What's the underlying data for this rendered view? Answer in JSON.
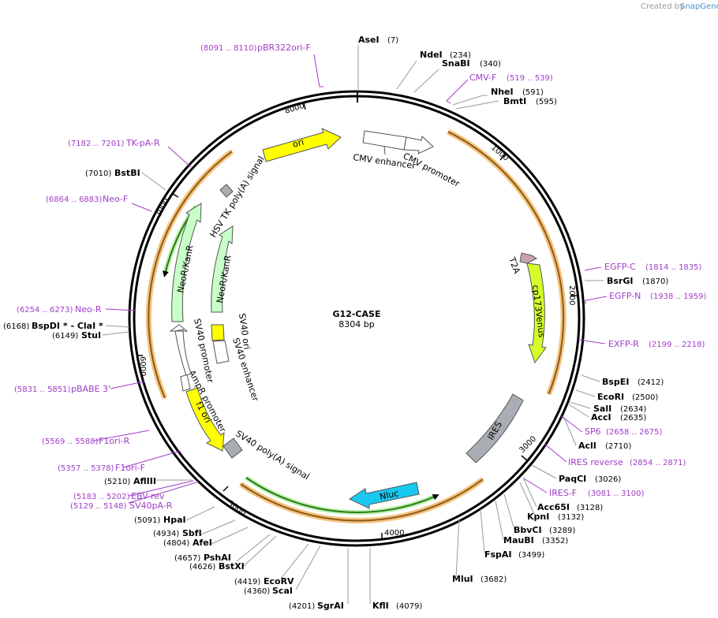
{
  "header": {
    "created_by": "Created by",
    "brand": "SnapGene"
  },
  "plasmid": {
    "name": "G12-CASE",
    "size_label": "8304 bp",
    "length": 8304
  },
  "ticks": [
    "1000",
    "2000",
    "3000",
    "4000",
    "5000",
    "6000",
    "7000",
    "8000"
  ],
  "features": [
    {
      "name": "CMV enhancer",
      "start": 240,
      "end": 619,
      "color": "#ffffff",
      "lane": "inner"
    },
    {
      "name": "CMV promoter",
      "start": 620,
      "end": 823,
      "color": "#ffffff",
      "lane": "inner"
    },
    {
      "name": "T2A",
      "start": 1930,
      "end": 1983,
      "color": "#c8a0b4",
      "lane": "inner"
    },
    {
      "name": "cp173Venus",
      "start": 1990,
      "end": 2710,
      "color": "#d4ff2a",
      "lane": "inner"
    },
    {
      "name": "IRES",
      "start": 2820,
      "end": 3390,
      "color": "#a9aeb5",
      "lane": "inner"
    },
    {
      "name": "Nluc",
      "start": 3800,
      "end": 4310,
      "color": "#19c8f0",
      "lane": "inner"
    },
    {
      "name": "SV40 poly(A) signal",
      "start": 4945,
      "end": 5080,
      "color": "#a9aeb5",
      "lane": "inner"
    },
    {
      "name": "f1 ori",
      "start": 5150,
      "end": 5610,
      "color": "#ffff00",
      "lane": "inner"
    },
    {
      "name": "AmpR promoter",
      "start": 5640,
      "end": 5740,
      "color": "#ffffff",
      "lane": "inner"
    },
    {
      "name": "SV40 promoter",
      "start": 5760,
      "end": 6090,
      "color": "#ffffff",
      "lane": "inner"
    },
    {
      "name": "NeoR/KanR",
      "start": 6140,
      "end": 6930,
      "color": "#c8ffc8",
      "lane": "inner"
    },
    {
      "name": "HSV TK poly(A) signal",
      "start": 7110,
      "end": 7200,
      "color": "#a9aeb5",
      "lane": "inner"
    },
    {
      "name": "ori",
      "start": 7480,
      "end": 8070,
      "color": "#ffff00",
      "lane": "inner"
    },
    {
      "name": "SV40 enhancer",
      "start": 6205,
      "end": 6280,
      "color": "#ffffff",
      "lane": "inner2"
    },
    {
      "name": "SV40 ori",
      "start": 6290,
      "end": 6350,
      "color": "#ffff00",
      "lane": "inner2"
    },
    {
      "name": "NeoR/KanR",
      "start": 6560,
      "end": 7300,
      "color": "#c8ffc8",
      "lane": "inner2"
    }
  ],
  "enzymes": [
    {
      "name": "AseI",
      "pos": "(7)"
    },
    {
      "name": "NdeI",
      "pos": "(234)"
    },
    {
      "name": "SnaBI",
      "pos": "(340)"
    },
    {
      "name": "NheI",
      "pos": "(591)"
    },
    {
      "name": "BmtI",
      "pos": "(595)"
    },
    {
      "name": "BsrGI",
      "pos": "(1870)"
    },
    {
      "name": "BspEI",
      "pos": "(2412)"
    },
    {
      "name": "EcoRI",
      "pos": "(2500)"
    },
    {
      "name": "SalI",
      "pos": "(2634)"
    },
    {
      "name": "AccI",
      "pos": "(2635)"
    },
    {
      "name": "AclI",
      "pos": "(2710)"
    },
    {
      "name": "PaqCI",
      "pos": "(3026)"
    },
    {
      "name": "Acc65I",
      "pos": "(3128)"
    },
    {
      "name": "KpnI",
      "pos": "(3132)"
    },
    {
      "name": "BbvCI",
      "pos": "(3289)"
    },
    {
      "name": "MauBI",
      "pos": "(3352)"
    },
    {
      "name": "FspAI",
      "pos": "(3499)"
    },
    {
      "name": "MluI",
      "pos": "(3682)"
    },
    {
      "name": "KflI",
      "pos": "(4079)"
    },
    {
      "name": "SgrAI",
      "pos": "(4201)"
    },
    {
      "name": "ScaI",
      "pos": "(4360)"
    },
    {
      "name": "EcoRV",
      "pos": "(4419)"
    },
    {
      "name": "BstXI",
      "pos": "(4626)"
    },
    {
      "name": "PshAI",
      "pos": "(4657)"
    },
    {
      "name": "AfeI",
      "pos": "(4804)"
    },
    {
      "name": "SbfI",
      "pos": "(4934)"
    },
    {
      "name": "HpaI",
      "pos": "(5091)"
    },
    {
      "name": "AflIII",
      "pos": "(5210)"
    },
    {
      "name": "StuI",
      "pos": "(6149)"
    },
    {
      "name": "BspDI * - ClaI *",
      "pos": "(6168)"
    },
    {
      "name": "BstBI",
      "pos": "(7010)"
    }
  ],
  "primers": [
    {
      "name": "pBR322ori-F",
      "range": "(8091 .. 8110)"
    },
    {
      "name": "CMV-F",
      "range": "(519 .. 539)"
    },
    {
      "name": "EGFP-C",
      "range": "(1814 .. 1835)"
    },
    {
      "name": "EGFP-N",
      "range": "(1938 .. 1959)"
    },
    {
      "name": "EXFP-R",
      "range": "(2199 .. 2218)"
    },
    {
      "name": "SP6",
      "range": "(2658 .. 2675)"
    },
    {
      "name": "IRES reverse",
      "range": "(2854 .. 2871)"
    },
    {
      "name": "IRES-F",
      "range": "(3081 .. 3100)"
    },
    {
      "name": "TK-pA-R",
      "range": "(7182 .. 7201)"
    },
    {
      "name": "Neo-F",
      "range": "(6864 .. 6883)"
    },
    {
      "name": "Neo-R",
      "range": "(6254 .. 6273)"
    },
    {
      "name": "pBABE 3'",
      "range": "(5831 .. 5851)"
    },
    {
      "name": "F1ori-R",
      "range": "(5569 .. 5588)"
    },
    {
      "name": "F1ori-F",
      "range": "(5357 .. 5378)"
    },
    {
      "name": "EBV-rev",
      "range": "(5183 .. 5202)"
    },
    {
      "name": "SV40pA-R",
      "range": "(5129 .. 5148)"
    }
  ],
  "colors": {
    "backbone": "#000000",
    "outer_feature": "#f5a623",
    "outer_fill": "#8a5a1e",
    "primer": "#a03cc8"
  }
}
